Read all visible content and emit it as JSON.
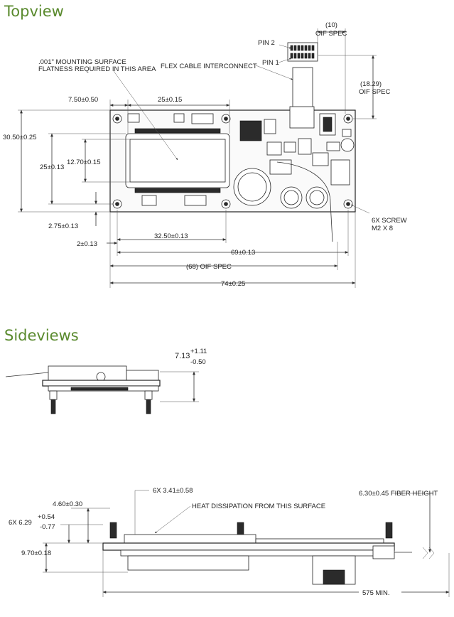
{
  "headings": {
    "topview": "Topview",
    "sideviews": "Sideviews"
  },
  "colors": {
    "heading": "#5a8a2e",
    "lines": "#333333"
  },
  "topview": {
    "mounting_line1": ".001\" MOUNTING SURFACE",
    "mounting_line2": "FLATNESS REQUIRED IN THIS AREA",
    "flex_cable": "FLEX CABLE INTERCONNECT",
    "pin2": "PIN 2",
    "pin1": "PIN 1",
    "dim_10": "(10)",
    "oif_spec_a": "OIF SPEC",
    "dim_1829": "(18.29)",
    "oif_spec_b": "OIF SPEC",
    "dim_750": "7.50±0.50",
    "dim_25_top": "25±0.15",
    "dim_3050": "30.50±0.25",
    "dim_25_side": "25±0.13",
    "dim_1270": "12.70±0.15",
    "dim_275": "2.75±0.13",
    "dim_2": "2±0.13",
    "dim_3250": "32.50±0.13",
    "dim_69": "69±0.13",
    "dim_68": "(68)  OIF SPEC",
    "dim_74": "74±0.25",
    "screw_line1": "6X SCREW",
    "screw_line2": "M2 X 8"
  },
  "sideview1": {
    "dim_713": "7.13",
    "tol_plus": "+1.11",
    "tol_minus": "-0.50"
  },
  "sideview2": {
    "dim_341": "6X 3.41±0.58",
    "heat": "HEAT DISSIPATION FROM THIS SURFACE",
    "fiber": "6.30±0.45 FIBER HEIGHT",
    "dim_460": "4.60±0.30",
    "dim_629": "6X 6.29",
    "tol_plus": "+0.54",
    "tol_minus": "-0.77",
    "dim_970": "9.70±0.18",
    "dim_575": "575 MIN."
  }
}
